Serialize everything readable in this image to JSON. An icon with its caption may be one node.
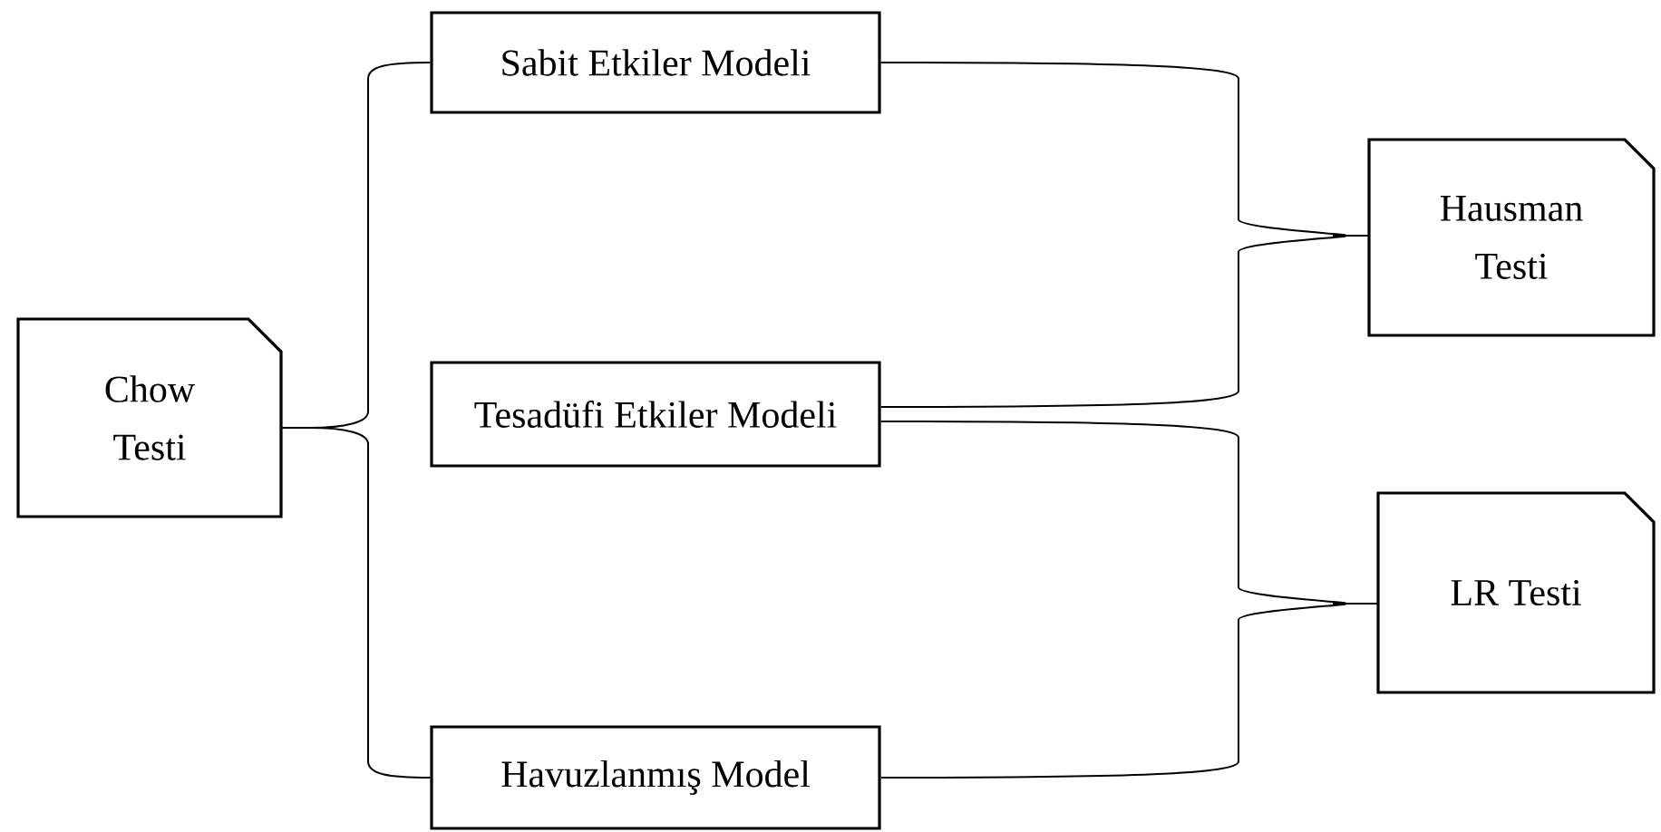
{
  "diagram": {
    "nodes": [
      {
        "text": [
          "Chow Testi"
        ]
      },
      {
        "text": [
          "Sabit Etkiler Modeli"
        ]
      },
      {
        "text": [
          "Tesadüfi Etkiler Modeli"
        ]
      },
      {
        "text": [
          "Havuzlanmış Model"
        ]
      },
      {
        "text": [
          "Hausman Testi"
        ]
      },
      {
        "text": [
          "LR Testi"
        ]
      }
    ],
    "edges": [
      {
        "from": 0,
        "to": 1,
        "arrow": "none"
      },
      {
        "from": 0,
        "to": 3,
        "arrow": "none"
      },
      {
        "from": 1,
        "to": 4,
        "arrow": "none"
      },
      {
        "from": 2,
        "to": 4,
        "arrow": "none"
      },
      {
        "from": 2,
        "to": 5,
        "arrow": "none"
      },
      {
        "from": 3,
        "to": 5,
        "arrow": "none"
      }
    ]
  }
}
